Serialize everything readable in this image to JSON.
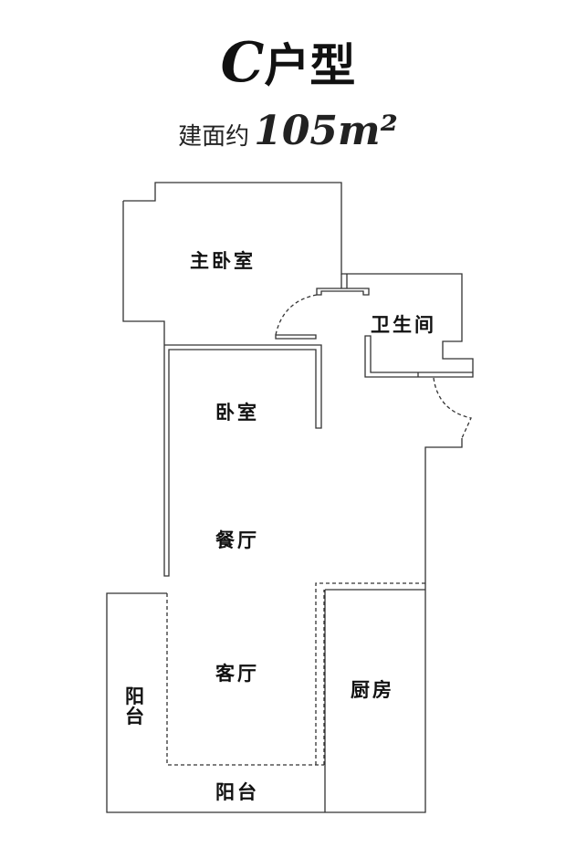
{
  "title": {
    "letter": "C",
    "suffix": "户型"
  },
  "area": {
    "label": "建面约",
    "value": "105m²"
  },
  "rooms": {
    "master": "主卧室",
    "bath": "卫生间",
    "bedroom": "卧室",
    "dining": "餐厅",
    "living": "客厅",
    "kitchen": "厨房",
    "balcony_side": "阳台",
    "balcony_bottom": "阳台"
  },
  "colors": {
    "wall": "#333333"
  }
}
